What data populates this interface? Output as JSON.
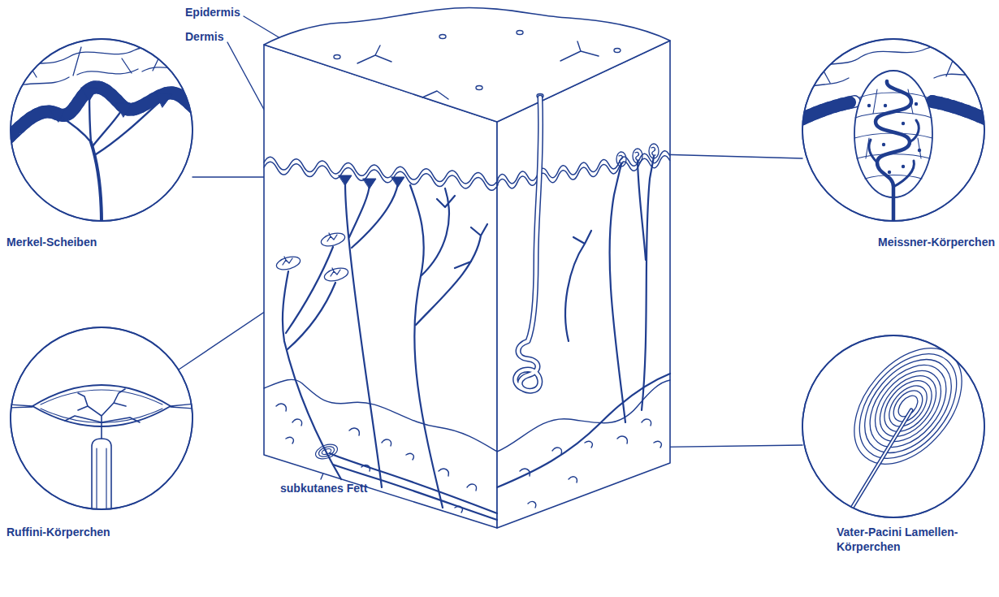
{
  "diagram": {
    "labels": [
      "Epidermis",
      "Dermis",
      "Merkel-Scheiben",
      "Ruffini-Körperchen",
      "subkutanes Fett",
      "Meissner-Körperchen",
      "Vater-Pacini Lamellen- Körperchen"
    ]
  }
}
